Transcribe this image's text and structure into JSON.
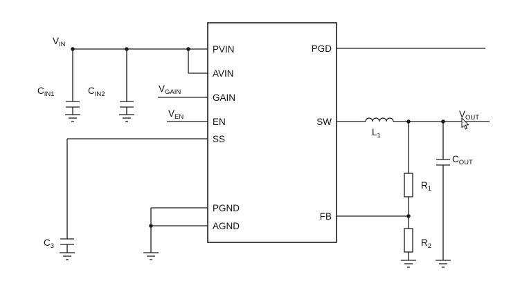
{
  "diagram": {
    "kind": "schematic",
    "description": "DC-DC buck converter typical application circuit"
  },
  "ic": {
    "left_pins": [
      "PVIN",
      "AVIN",
      "GAIN",
      "EN",
      "SS",
      "PGND",
      "AGND"
    ],
    "right_pins": [
      "PGD",
      "SW",
      "FB"
    ]
  },
  "labels": {
    "vin": {
      "main": "V",
      "sub": "IN"
    },
    "cin1": {
      "main": "C",
      "sub": "IN1"
    },
    "cin2": {
      "main": "C",
      "sub": "IN2"
    },
    "vgain": {
      "main": "V",
      "sub": "GAIN"
    },
    "ven": {
      "main": "V",
      "sub": "EN"
    },
    "c3": {
      "main": "C",
      "sub": "3"
    },
    "l1": {
      "main": "L",
      "sub": "1"
    },
    "r1": {
      "main": "R",
      "sub": "1"
    },
    "r2": {
      "main": "R",
      "sub": "2"
    },
    "cout": {
      "main": "C",
      "sub": "OUT"
    },
    "vout": {
      "main": "V",
      "sub": "OUT"
    }
  },
  "icons": {
    "cursor": "mouse-pointer",
    "ground": "ground-symbol",
    "inductor": "inductor-coil",
    "capacitor": "capacitor-plates",
    "resistor": "resistor-box"
  },
  "colors": {
    "wire": "#1a1a1a",
    "background": "#ffffff",
    "text": "#111111"
  }
}
